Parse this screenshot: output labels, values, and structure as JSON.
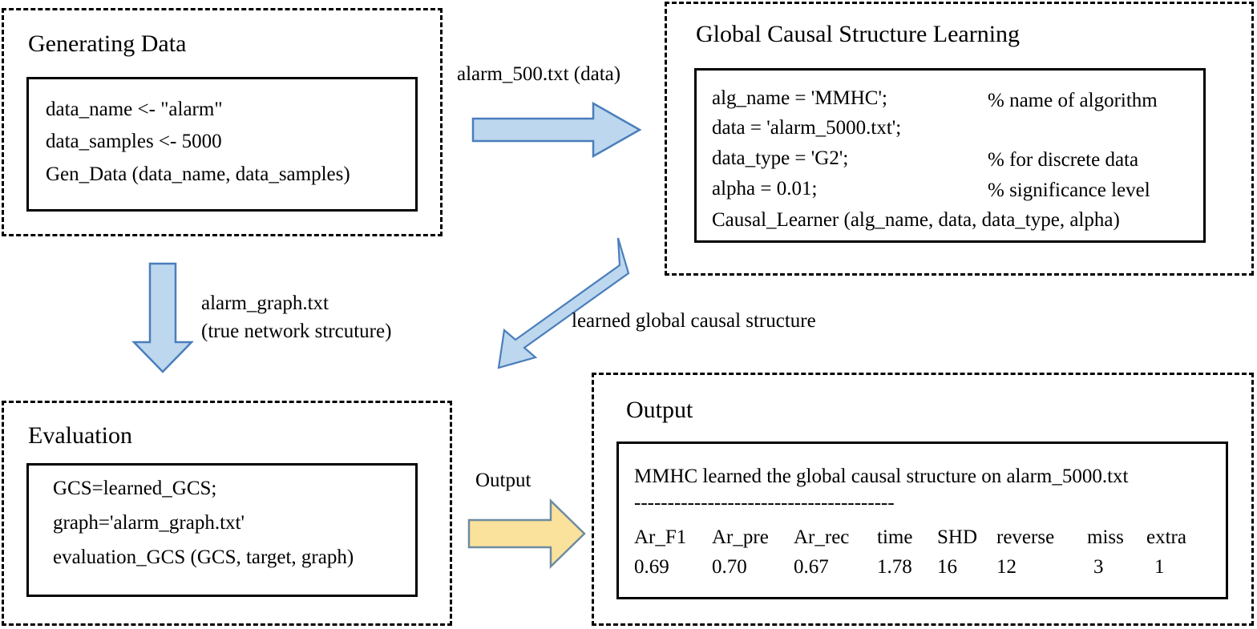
{
  "figure": {
    "title": "Causal Learner workflow diagram",
    "colors": {
      "arrow_blue_fill": "#bdd7ee",
      "arrow_blue_stroke": "#4a7ebb",
      "arrow_yellow_fill": "#fbe29c",
      "arrow_yellow_stroke": "#6f8ca0",
      "panel_border": "#000000",
      "text": "#000000",
      "background": "#ffffff"
    }
  },
  "panels": {
    "generating_data": {
      "title": "Generating Data",
      "code": [
        "data_name <- \"alarm\"",
        "data_samples <- 5000",
        "Gen_Data (data_name, data_samples)"
      ]
    },
    "global_causal_structure_learning": {
      "title": "Global Causal Structure Learning",
      "code": [
        {
          "statement": "alg_name = 'MMHC';",
          "comment": "% name of algorithm"
        },
        {
          "statement": "data = 'alarm_5000.txt';",
          "comment": ""
        },
        {
          "statement": "data_type = 'G2';",
          "comment": "% for discrete data"
        },
        {
          "statement": "alpha = 0.01;",
          "comment": "% significance level"
        },
        {
          "statement": "Causal_Learner (alg_name, data, data_type, alpha)",
          "comment": ""
        }
      ]
    },
    "evaluation": {
      "title": "Evaluation",
      "code": [
        "GCS=learned_GCS;",
        "graph='alarm_graph.txt'",
        "evaluation_GCS (GCS, target, graph)"
      ]
    },
    "output": {
      "title": "Output",
      "headline": "MMHC learned the global causal structure on alarm_5000.txt",
      "divider": "---------------------------------------",
      "table": {
        "headers": [
          "Ar_F1",
          "Ar_pre",
          "Ar_rec",
          "time",
          "SHD",
          "reverse",
          "miss",
          "extra"
        ],
        "values": [
          "0.69",
          "0.70",
          "0.67",
          "1.78",
          "16",
          "12",
          "3",
          "1"
        ]
      }
    }
  },
  "edges": {
    "data_to_learning": {
      "label": "alarm_500.txt (data)",
      "icon": "right-arrow-icon"
    },
    "data_to_evaluation": {
      "label_line1": "alarm_graph.txt",
      "label_line2": "(true network strcuture)",
      "icon": "down-arrow-icon"
    },
    "learning_to_evaluation": {
      "label": "learned global causal structure",
      "icon": "diagonal-down-left-arrow-icon"
    },
    "evaluation_to_output": {
      "label": "Output",
      "icon": "right-arrow-icon"
    }
  }
}
